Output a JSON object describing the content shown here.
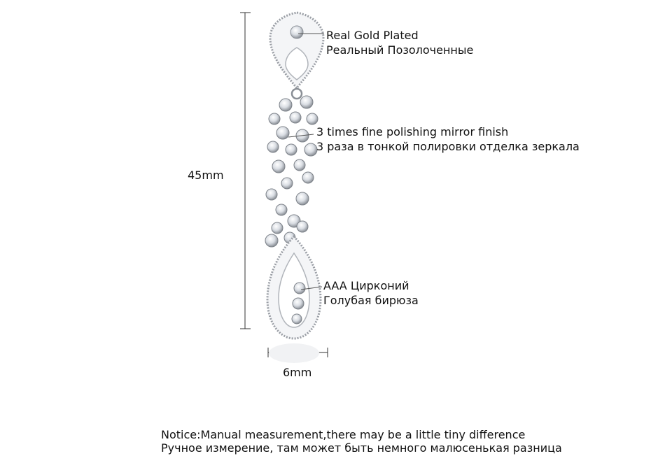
{
  "dimensions": {
    "height_label": "45mm",
    "width_label": "6mm"
  },
  "callouts": [
    {
      "line1": "Real Gold Plated",
      "line2": "Реальный Позолоченные"
    },
    {
      "line1": "3 times fine polishing mirror finish",
      "line2": "3 раза в тонкой полировки отделка зеркала"
    },
    {
      "line1": "AAA Цирконий",
      "line2": "Голубая бирюза"
    }
  ],
  "notice": {
    "en": "Notice:Manual measurement,there may be a little tiny difference",
    "ru": "Ручное измерение, там может быть немного малюсенькая разница"
  },
  "colors": {
    "metal": "#b9bcc2",
    "metal_dark": "#6e7278",
    "stone": "#e9ecf0",
    "dimension_line": "#333333"
  }
}
